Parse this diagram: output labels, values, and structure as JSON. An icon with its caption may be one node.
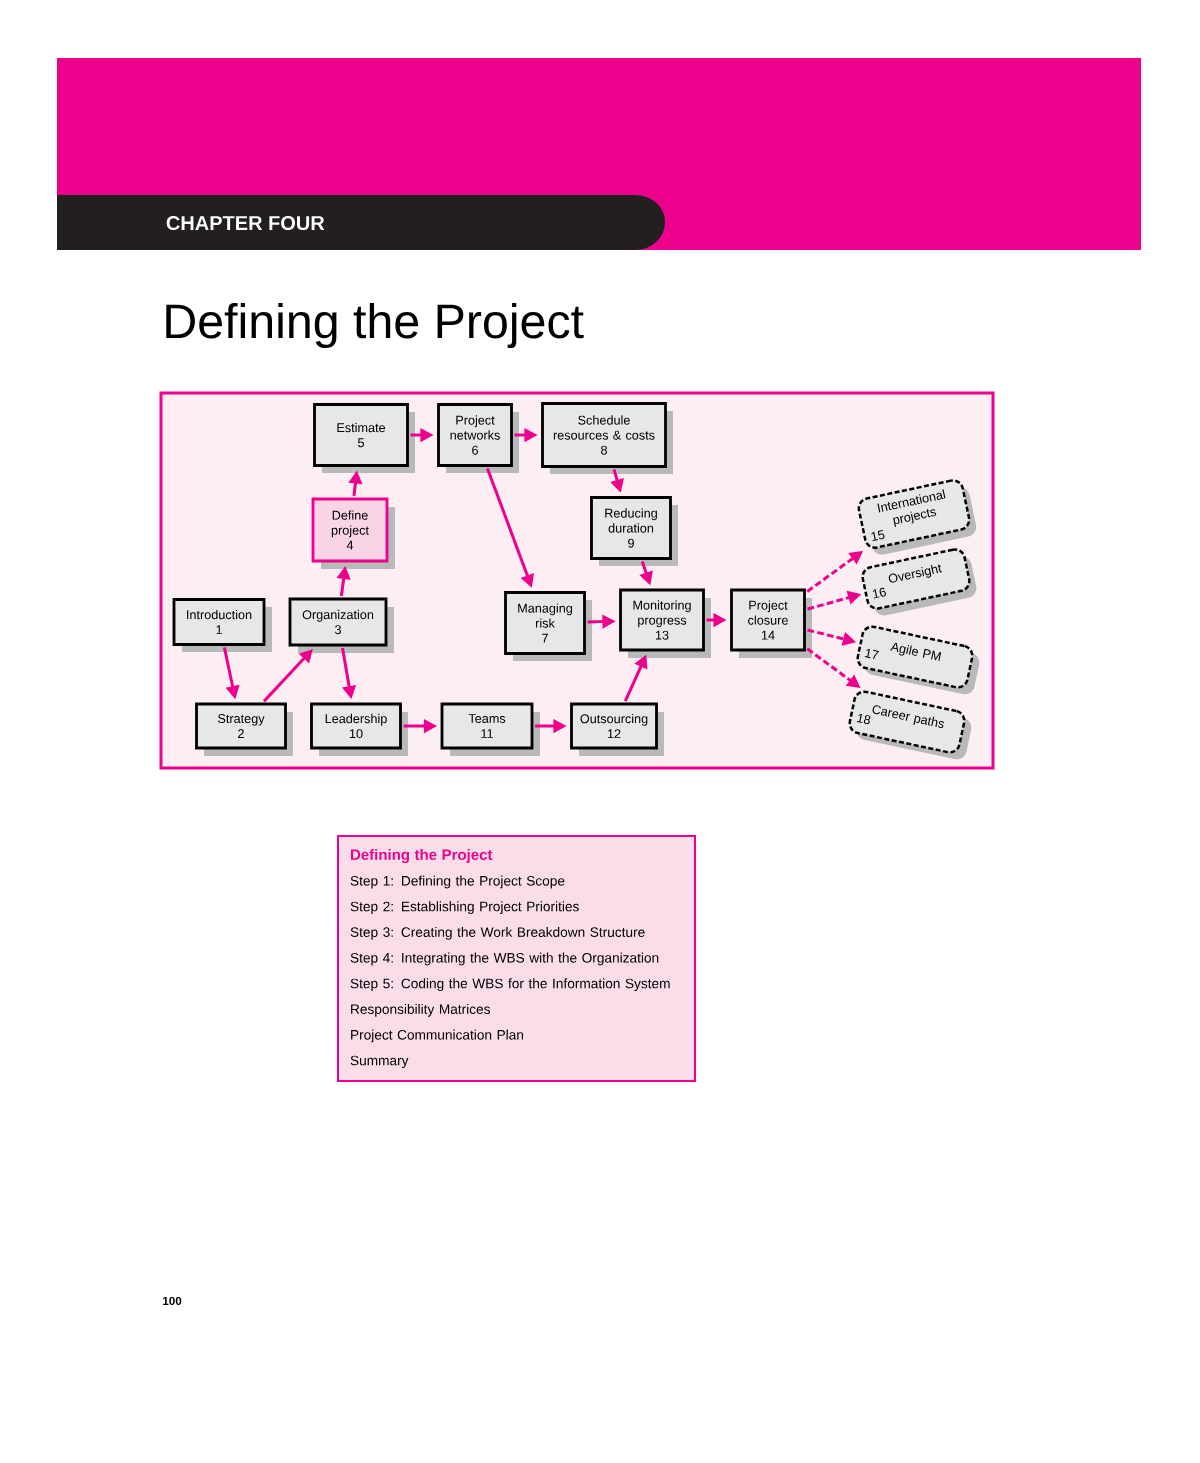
{
  "diagram": {
    "title": "Defining the Project",
    "nodes": [
      {
        "text": [
          "Introduction",
          "1"
        ]
      },
      {
        "text": [
          "Strategy",
          "2"
        ]
      },
      {
        "text": [
          "Organization",
          "3"
        ]
      },
      {
        "text": [
          "Define project",
          "4"
        ]
      },
      {
        "text": [
          "Estimate",
          "5"
        ]
      },
      {
        "text": [
          "Project networks",
          "6"
        ]
      },
      {
        "text": [
          "Managing risk",
          "7"
        ]
      },
      {
        "text": [
          "Schedule resources & costs",
          "8"
        ]
      },
      {
        "text": [
          "Reducing duration",
          "9"
        ]
      },
      {
        "text": [
          "Leadership",
          "10"
        ]
      },
      {
        "text": [
          "Teams",
          "11"
        ]
      },
      {
        "text": [
          "Outsourcing",
          "12"
        ]
      },
      {
        "text": [
          "Monitoring progress",
          "13"
        ]
      },
      {
        "text": [
          "Project closure",
          "14"
        ]
      },
      {
        "text": [
          "International projects",
          "15"
        ]
      },
      {
        "text": [
          "Oversight",
          "16"
        ]
      },
      {
        "text": [
          "Agile PM",
          "17"
        ]
      },
      {
        "text": [
          "Career paths",
          "18"
        ]
      },
      {
        "text": [
          "Defining the Project",
          "Step 1: Defining the Project Scope",
          "Step 2: Establishing Project Priorities",
          "Step 3: Creating the Work Breakdown Structure",
          "Step 4: Integrating the WBS with the Organization",
          "Step 5: Coding the WBS for the Information System",
          "Responsibility Matrices",
          "Project Communication Plan",
          "Summary"
        ]
      }
    ],
    "edges": [
      {
        "from": 0,
        "to": 1,
        "arrow": "to"
      },
      {
        "from": 1,
        "to": 2,
        "arrow": "to"
      },
      {
        "from": 2,
        "to": 3,
        "arrow": "to"
      },
      {
        "from": 3,
        "to": 4,
        "arrow": "to"
      },
      {
        "from": 4,
        "to": 5,
        "arrow": "to"
      },
      {
        "from": 5,
        "to": 7,
        "arrow": "to"
      },
      {
        "from": 5,
        "to": 6,
        "arrow": "to"
      },
      {
        "from": 7,
        "to": 8,
        "arrow": "to"
      },
      {
        "from": 8,
        "to": 12,
        "arrow": "to"
      },
      {
        "from": 6,
        "to": 12,
        "arrow": "to"
      },
      {
        "from": 2,
        "to": 9,
        "arrow": "to"
      },
      {
        "from": 9,
        "to": 10,
        "arrow": "to"
      },
      {
        "from": 10,
        "to": 11,
        "arrow": "to"
      },
      {
        "from": 11,
        "to": 12,
        "arrow": "to"
      },
      {
        "from": 12,
        "to": 13,
        "arrow": "to"
      },
      {
        "from": 13,
        "to": 14,
        "arrow": "to",
        "style": "dashed"
      },
      {
        "from": 13,
        "to": 15,
        "arrow": "to",
        "style": "dashed"
      },
      {
        "from": 13,
        "to": 16,
        "arrow": "to",
        "style": "dashed"
      },
      {
        "from": 13,
        "to": 17,
        "arrow": "to",
        "style": "dashed"
      }
    ],
    "labels": [
      "CHAPTER FOUR",
      "100"
    ]
  }
}
